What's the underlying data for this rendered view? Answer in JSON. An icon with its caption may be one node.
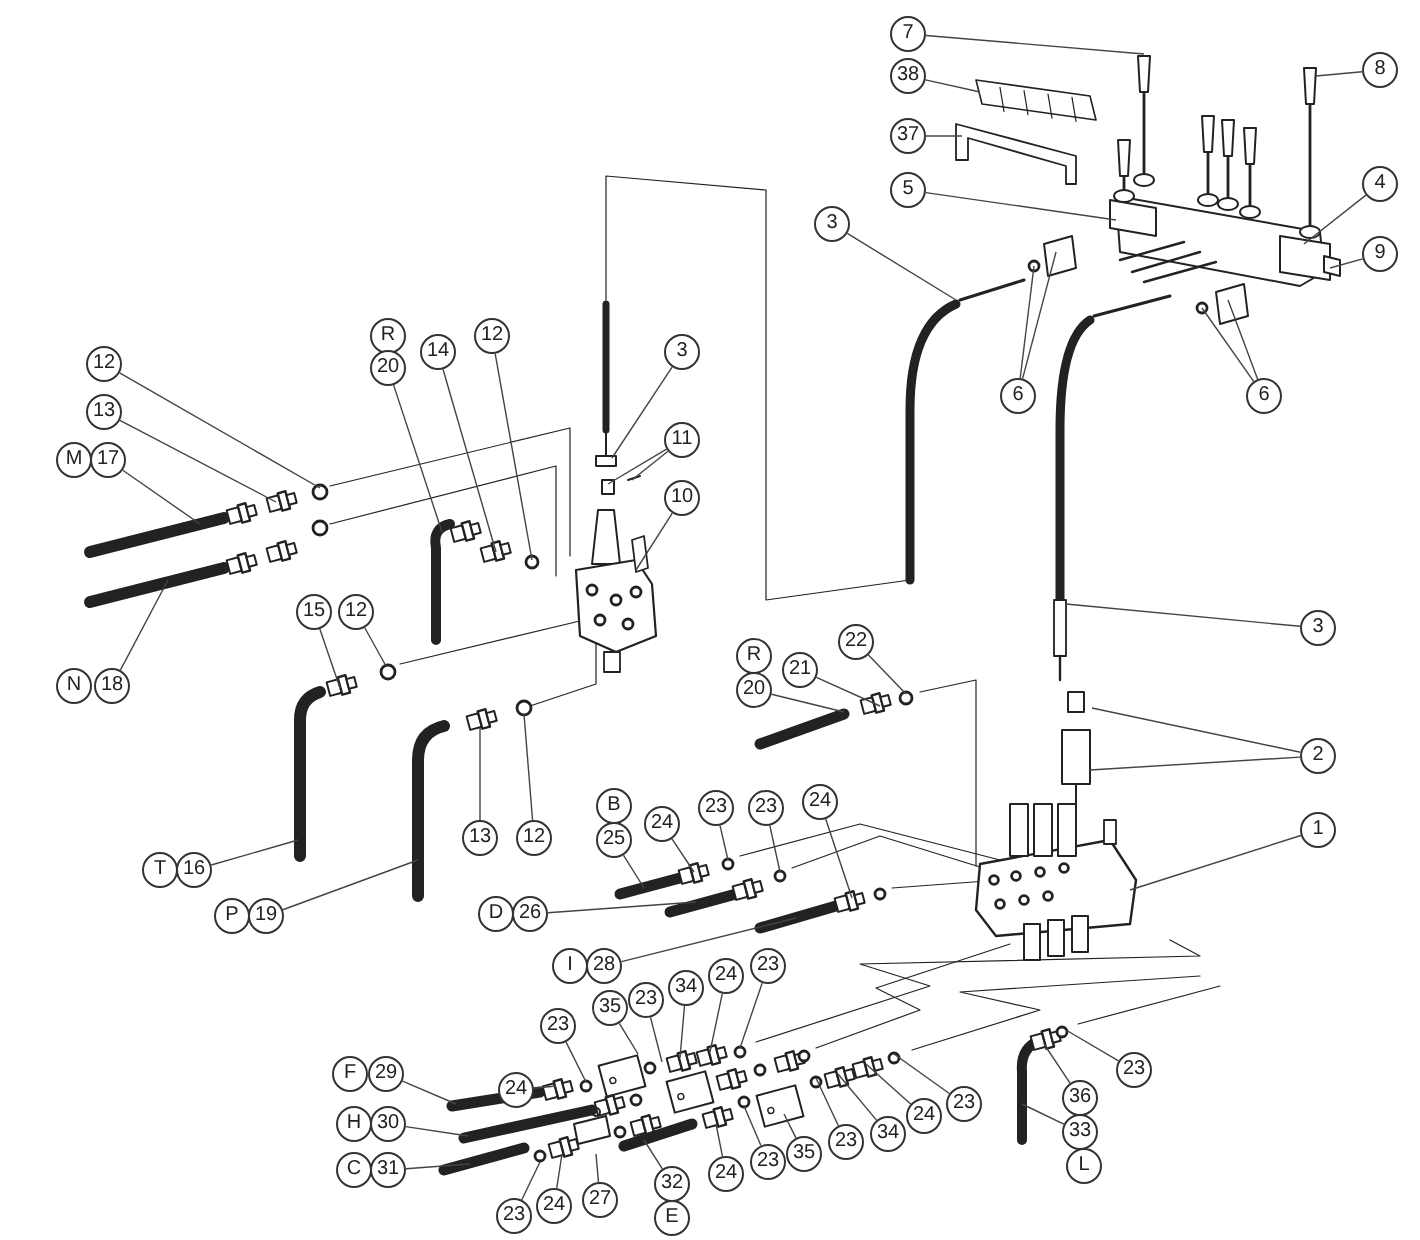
{
  "diagram": {
    "nodes": [
      {
        "text": [
          "7"
        ]
      },
      {
        "text": [
          "8"
        ]
      },
      {
        "text": [
          "38"
        ]
      },
      {
        "text": [
          "37"
        ]
      },
      {
        "text": [
          "4"
        ]
      },
      {
        "text": [
          "5"
        ]
      },
      {
        "text": [
          "3"
        ]
      },
      {
        "text": [
          "9"
        ]
      },
      {
        "text": [
          "R"
        ]
      },
      {
        "text": [
          "12"
        ]
      },
      {
        "text": [
          "3"
        ]
      },
      {
        "text": [
          "14"
        ]
      },
      {
        "text": [
          "12"
        ]
      },
      {
        "text": [
          "20"
        ]
      },
      {
        "text": [
          "6"
        ]
      },
      {
        "text": [
          "6"
        ]
      },
      {
        "text": [
          "13"
        ]
      },
      {
        "text": [
          "11"
        ]
      },
      {
        "text": [
          "M"
        ]
      },
      {
        "text": [
          "17"
        ]
      },
      {
        "text": [
          "10"
        ]
      },
      {
        "text": [
          "15"
        ]
      },
      {
        "text": [
          "12"
        ]
      },
      {
        "text": [
          "3"
        ]
      },
      {
        "text": [
          "R"
        ]
      },
      {
        "text": [
          "22"
        ]
      },
      {
        "text": [
          "21"
        ]
      },
      {
        "text": [
          "N"
        ]
      },
      {
        "text": [
          "18"
        ]
      },
      {
        "text": [
          "20"
        ]
      },
      {
        "text": [
          "2"
        ]
      },
      {
        "text": [
          "B"
        ]
      },
      {
        "text": [
          "23"
        ]
      },
      {
        "text": [
          "23"
        ]
      },
      {
        "text": [
          "24"
        ]
      },
      {
        "text": [
          "24"
        ]
      },
      {
        "text": [
          "1"
        ]
      },
      {
        "text": [
          "13"
        ]
      },
      {
        "text": [
          "12"
        ]
      },
      {
        "text": [
          "25"
        ]
      },
      {
        "text": [
          "T"
        ]
      },
      {
        "text": [
          "16"
        ]
      },
      {
        "text": [
          "D"
        ]
      },
      {
        "text": [
          "26"
        ]
      },
      {
        "text": [
          "P"
        ]
      },
      {
        "text": [
          "19"
        ]
      },
      {
        "text": [
          "I"
        ]
      },
      {
        "text": [
          "28"
        ]
      },
      {
        "text": [
          "23"
        ]
      },
      {
        "text": [
          "24"
        ]
      },
      {
        "text": [
          "34"
        ]
      },
      {
        "text": [
          "23"
        ]
      },
      {
        "text": [
          "35"
        ]
      },
      {
        "text": [
          "23"
        ]
      },
      {
        "text": [
          "23"
        ]
      },
      {
        "text": [
          "F"
        ]
      },
      {
        "text": [
          "29"
        ]
      },
      {
        "text": [
          "36"
        ]
      },
      {
        "text": [
          "24"
        ]
      },
      {
        "text": [
          "23"
        ]
      },
      {
        "text": [
          "24"
        ]
      },
      {
        "text": [
          "H"
        ]
      },
      {
        "text": [
          "30"
        ]
      },
      {
        "text": [
          "34"
        ]
      },
      {
        "text": [
          "33"
        ]
      },
      {
        "text": [
          "23"
        ]
      },
      {
        "text": [
          "35"
        ]
      },
      {
        "text": [
          "L"
        ]
      },
      {
        "text": [
          "23"
        ]
      },
      {
        "text": [
          "24"
        ]
      },
      {
        "text": [
          "C"
        ]
      },
      {
        "text": [
          "31"
        ]
      },
      {
        "text": [
          "32"
        ]
      },
      {
        "text": [
          "27"
        ]
      },
      {
        "text": [
          "24"
        ]
      },
      {
        "text": [
          "23"
        ]
      },
      {
        "text": [
          "E"
        ]
      }
    ],
    "edges": [
      {
        "from": 0,
        "to": null,
        "arrow": "none"
      },
      {
        "from": 1,
        "to": null,
        "arrow": "none"
      },
      {
        "from": 2,
        "to": null,
        "arrow": "none"
      },
      {
        "from": 3,
        "to": null,
        "arrow": "none"
      },
      {
        "from": 4,
        "to": null,
        "arrow": "none"
      },
      {
        "from": 5,
        "to": null,
        "arrow": "none"
      },
      {
        "from": 6,
        "to": null,
        "arrow": "none"
      },
      {
        "from": 7,
        "to": null,
        "arrow": "none"
      },
      {
        "from": 9,
        "to": null,
        "arrow": "none"
      },
      {
        "from": 10,
        "to": null,
        "arrow": "none"
      },
      {
        "from": 11,
        "to": null,
        "arrow": "none"
      },
      {
        "from": 12,
        "to": null,
        "arrow": "none"
      },
      {
        "from": 13,
        "to": null,
        "arrow": "none"
      },
      {
        "from": 14,
        "to": null,
        "arrow": "none"
      },
      {
        "from": 14,
        "to": null,
        "arrow": "none"
      },
      {
        "from": 15,
        "to": null,
        "arrow": "none"
      },
      {
        "from": 15,
        "to": null,
        "arrow": "none"
      },
      {
        "from": 16,
        "to": null,
        "arrow": "none"
      },
      {
        "from": 17,
        "to": null,
        "arrow": "none"
      },
      {
        "from": 17,
        "to": null,
        "arrow": "none"
      },
      {
        "from": 19,
        "to": null,
        "arrow": "none"
      },
      {
        "from": 20,
        "to": null,
        "arrow": "none"
      },
      {
        "from": 21,
        "to": null,
        "arrow": "none"
      },
      {
        "from": 22,
        "to": null,
        "arrow": "none"
      },
      {
        "from": 23,
        "to": null,
        "arrow": "none"
      },
      {
        "from": 25,
        "to": null,
        "arrow": "none"
      },
      {
        "from": 26,
        "to": null,
        "arrow": "none"
      },
      {
        "from": 28,
        "to": null,
        "arrow": "none"
      },
      {
        "from": 29,
        "to": null,
        "arrow": "none"
      },
      {
        "from": 30,
        "to": null,
        "arrow": "none"
      },
      {
        "from": 30,
        "to": null,
        "arrow": "none"
      },
      {
        "from": 32,
        "to": null,
        "arrow": "none"
      },
      {
        "from": 33,
        "to": null,
        "arrow": "none"
      },
      {
        "from": 34,
        "to": null,
        "arrow": "none"
      },
      {
        "from": 35,
        "to": null,
        "arrow": "none"
      },
      {
        "from": 36,
        "to": null,
        "arrow": "none"
      },
      {
        "from": 37,
        "to": null,
        "arrow": "none"
      },
      {
        "from": 38,
        "to": null,
        "arrow": "none"
      },
      {
        "from": 39,
        "to": null,
        "arrow": "none"
      },
      {
        "from": 41,
        "to": null,
        "arrow": "none"
      },
      {
        "from": 43,
        "to": null,
        "arrow": "none"
      },
      {
        "from": 45,
        "to": null,
        "arrow": "none"
      },
      {
        "from": 47,
        "to": null,
        "arrow": "none"
      },
      {
        "from": 48,
        "to": null,
        "arrow": "none"
      },
      {
        "from": 49,
        "to": null,
        "arrow": "none"
      },
      {
        "from": 50,
        "to": null,
        "arrow": "none"
      },
      {
        "from": 51,
        "to": null,
        "arrow": "none"
      },
      {
        "from": 52,
        "to": null,
        "arrow": "none"
      },
      {
        "from": 53,
        "to": null,
        "arrow": "none"
      },
      {
        "from": 54,
        "to": null,
        "arrow": "none"
      },
      {
        "from": 56,
        "to": null,
        "arrow": "none"
      },
      {
        "from": 57,
        "to": null,
        "arrow": "none"
      },
      {
        "from": 58,
        "to": null,
        "arrow": "none"
      },
      {
        "from": 59,
        "to": null,
        "arrow": "none"
      },
      {
        "from": 60,
        "to": null,
        "arrow": "none"
      },
      {
        "from": 62,
        "to": null,
        "arrow": "none"
      },
      {
        "from": 63,
        "to": null,
        "arrow": "none"
      },
      {
        "from": 64,
        "to": null,
        "arrow": "none"
      },
      {
        "from": 65,
        "to": null,
        "arrow": "none"
      },
      {
        "from": 66,
        "to": null,
        "arrow": "none"
      },
      {
        "from": 68,
        "to": null,
        "arrow": "none"
      },
      {
        "from": 69,
        "to": null,
        "arrow": "none"
      },
      {
        "from": 71,
        "to": null,
        "arrow": "none"
      },
      {
        "from": 72,
        "to": null,
        "arrow": "none"
      },
      {
        "from": 73,
        "to": null,
        "arrow": "none"
      },
      {
        "from": 74,
        "to": null,
        "arrow": "none"
      },
      {
        "from": 75,
        "to": null,
        "arrow": "none"
      }
    ]
  }
}
